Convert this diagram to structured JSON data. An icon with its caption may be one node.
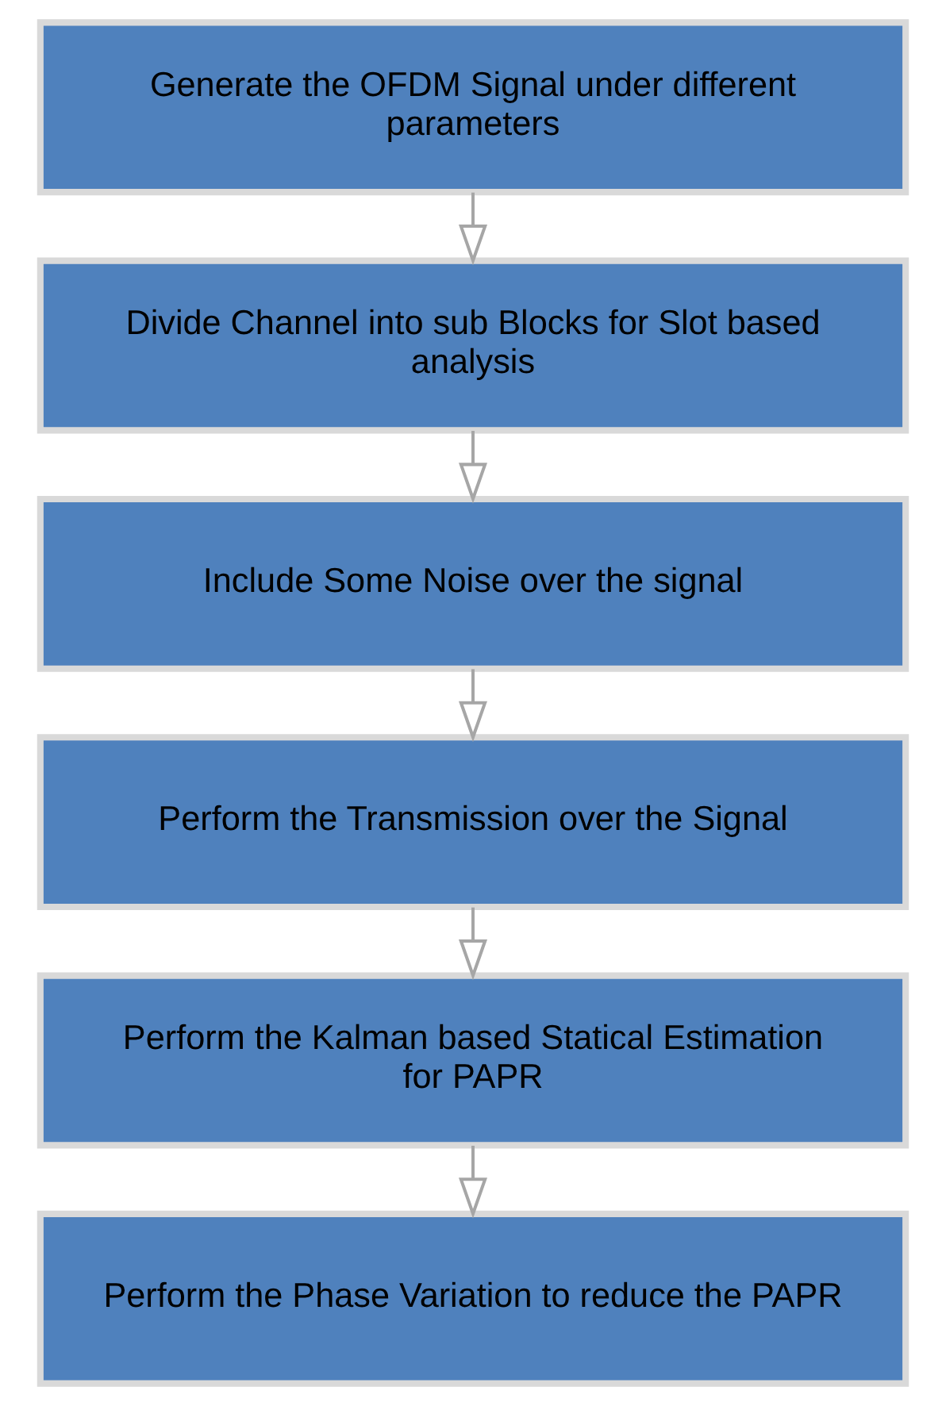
{
  "diagram": {
    "nodes": [
      {
        "text": [
          "Generate the OFDM Signal under different parameters"
        ]
      },
      {
        "text": [
          "Divide Channel into sub Blocks for Slot based analysis"
        ]
      },
      {
        "text": [
          "Include Some Noise over the signal"
        ]
      },
      {
        "text": [
          "Perform the Transmission over the Signal"
        ]
      },
      {
        "text": [
          "Perform the Kalman based Statical Estimation for PAPR"
        ]
      },
      {
        "text": [
          "Perform the Phase Variation to reduce the PAPR"
        ]
      }
    ],
    "edges": [
      {
        "from": 0,
        "to": 1,
        "arrow": "to"
      },
      {
        "from": 1,
        "to": 2,
        "arrow": "to"
      },
      {
        "from": 2,
        "to": 3,
        "arrow": "to"
      },
      {
        "from": 3,
        "to": 4,
        "arrow": "to"
      },
      {
        "from": 4,
        "to": 5,
        "arrow": "to"
      }
    ]
  }
}
